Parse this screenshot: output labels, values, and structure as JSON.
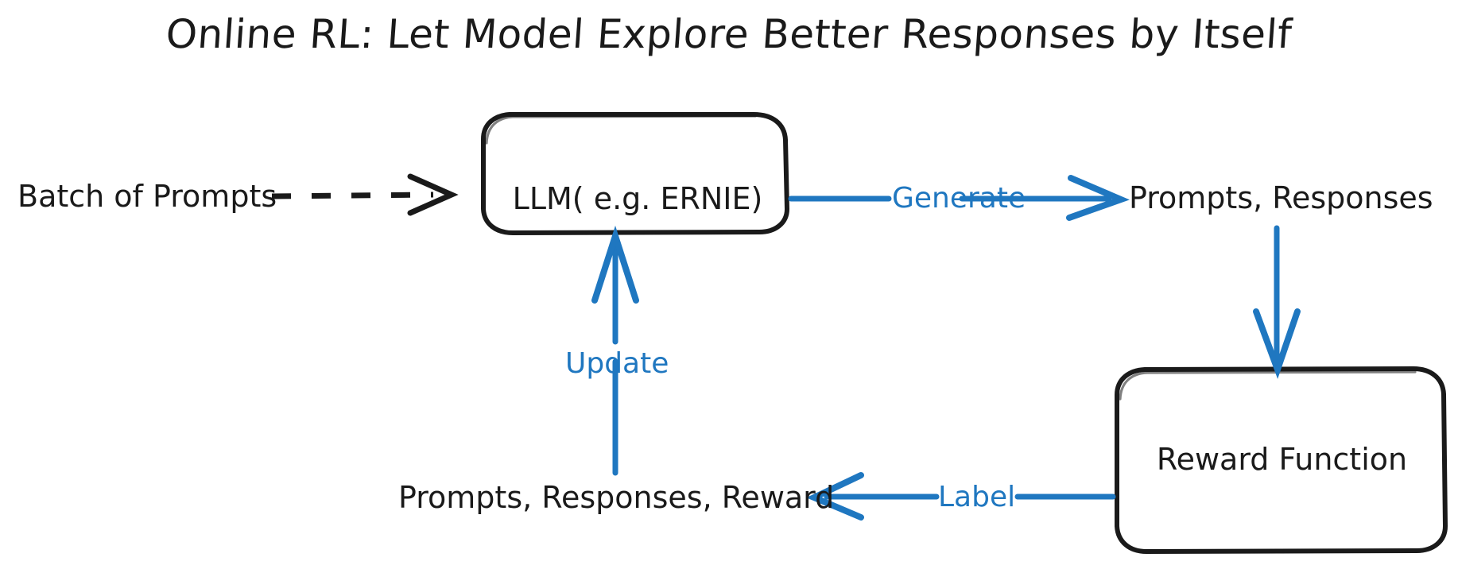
{
  "title": "Online RL: Let Model Explore Better Responses by Itself",
  "colors": {
    "accent_blue": "#1f77c0",
    "ink_black": "#1a1a1a",
    "background": "#ffffff"
  },
  "nodes": {
    "batch_of_prompts": "Batch of Prompts",
    "llm_box": "LLM( e.g. ERNIE)",
    "prompts_responses": "Prompts, Responses",
    "reward_function_box": "Reward Function",
    "prompts_responses_reward": "Prompts, Responses, Reward"
  },
  "edges": {
    "input": {
      "label": "",
      "style": "dashed",
      "color": "#1a1a1a"
    },
    "generate": {
      "label": "Generate",
      "style": "solid",
      "color": "#1f77c0"
    },
    "score": {
      "label": "",
      "style": "solid",
      "color": "#1f77c0"
    },
    "label": {
      "label": "Label",
      "style": "solid",
      "color": "#1f77c0"
    },
    "update": {
      "label": "Update",
      "style": "solid",
      "color": "#1f77c0"
    }
  }
}
